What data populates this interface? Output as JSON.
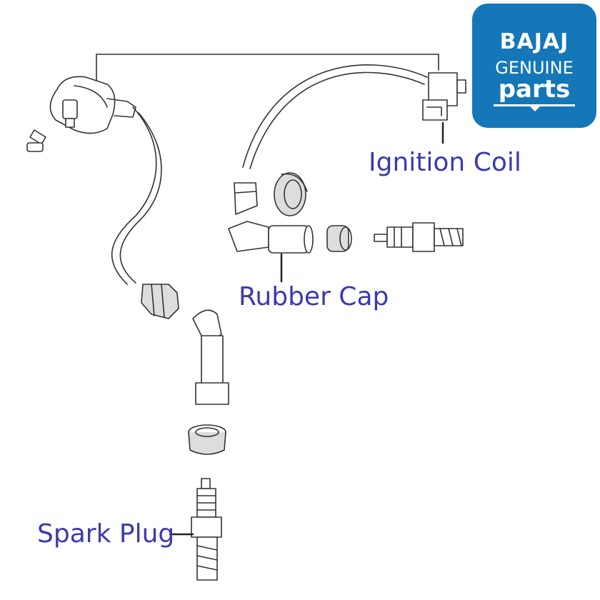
{
  "labels": {
    "ignition_coil": "Ignition Coil",
    "rubber_cap": "Rubber Cap",
    "spark_plug": "Spark Plug"
  },
  "logo": {
    "brand": "BAJAJ",
    "genuine": "GENUINE",
    "parts": "parts"
  },
  "colors": {
    "label_text": "#3a3ab0",
    "logo_background": "#1577b8",
    "line_art": "#333333"
  }
}
